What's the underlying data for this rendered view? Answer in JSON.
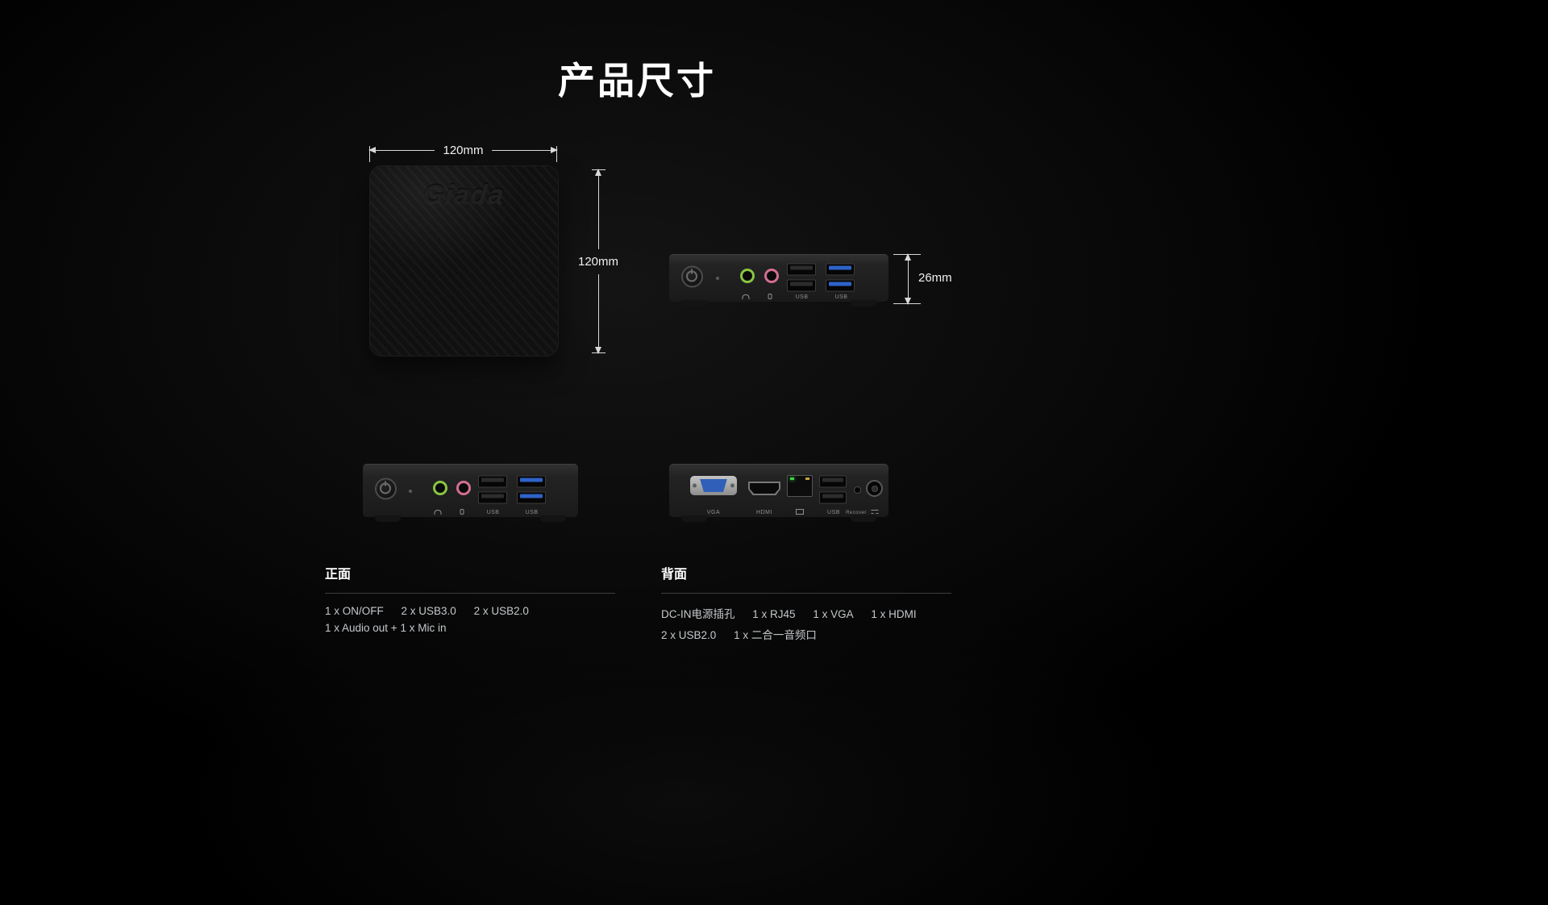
{
  "title": "产品尺寸",
  "brand": "Giada",
  "dims": {
    "width": "120mm",
    "height": "120mm",
    "depth": "26mm"
  },
  "ports": {
    "usb": "USB",
    "vga": "VGA",
    "hdmi": "HDMI",
    "recover": "Recover"
  },
  "sections": {
    "front": {
      "heading": "正面",
      "row1": [
        "1 x ON/OFF",
        "2 x USB3.0",
        "2 x USB2.0"
      ],
      "row2": [
        "1 x Audio out + 1 x Mic in"
      ]
    },
    "back": {
      "heading": "背面",
      "row1": [
        "DC-IN电源插孔",
        "1 x RJ45",
        "1 x VGA",
        "1 x HDMI"
      ],
      "row2": [
        "2 x USB2.0",
        "1 x 二合一音频口"
      ]
    }
  }
}
